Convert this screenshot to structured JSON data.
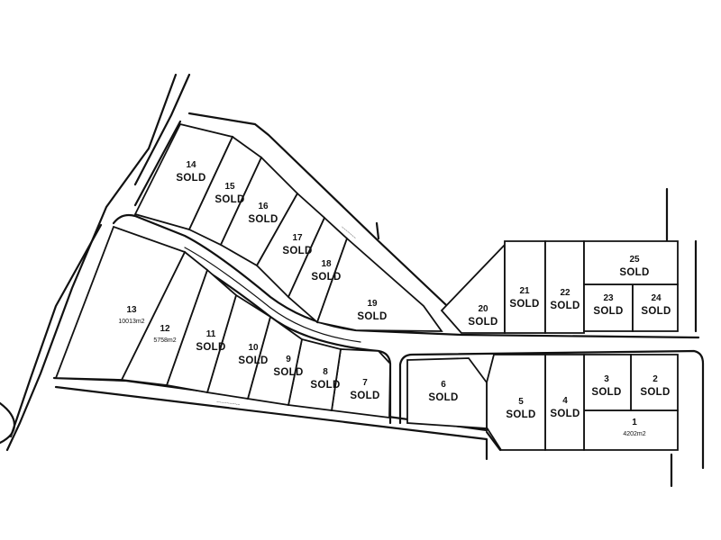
{
  "status_label": "SOLD",
  "lots": [
    {
      "id": "lot-1",
      "number": "1",
      "status": "",
      "area": "4202m2"
    },
    {
      "id": "lot-2",
      "number": "2",
      "status": "SOLD",
      "area": ""
    },
    {
      "id": "lot-3",
      "number": "3",
      "status": "SOLD",
      "area": ""
    },
    {
      "id": "lot-4",
      "number": "4",
      "status": "SOLD",
      "area": ""
    },
    {
      "id": "lot-5",
      "number": "5",
      "status": "SOLD",
      "area": ""
    },
    {
      "id": "lot-6",
      "number": "6",
      "status": "SOLD",
      "area": ""
    },
    {
      "id": "lot-7",
      "number": "7",
      "status": "SOLD",
      "area": ""
    },
    {
      "id": "lot-8",
      "number": "8",
      "status": "SOLD",
      "area": ""
    },
    {
      "id": "lot-9",
      "number": "9",
      "status": "SOLD",
      "area": ""
    },
    {
      "id": "lot-10",
      "number": "10",
      "status": "SOLD",
      "area": ""
    },
    {
      "id": "lot-11",
      "number": "11",
      "status": "SOLD",
      "area": ""
    },
    {
      "id": "lot-12",
      "number": "12",
      "status": "",
      "area": "5758m2"
    },
    {
      "id": "lot-13",
      "number": "13",
      "status": "",
      "area": "10013m2"
    },
    {
      "id": "lot-14",
      "number": "14",
      "status": "SOLD",
      "area": ""
    },
    {
      "id": "lot-15",
      "number": "15",
      "status": "SOLD",
      "area": ""
    },
    {
      "id": "lot-16",
      "number": "16",
      "status": "SOLD",
      "area": ""
    },
    {
      "id": "lot-17",
      "number": "17",
      "status": "SOLD",
      "area": ""
    },
    {
      "id": "lot-18",
      "number": "18",
      "status": "SOLD",
      "area": ""
    },
    {
      "id": "lot-19",
      "number": "19",
      "status": "SOLD",
      "area": ""
    },
    {
      "id": "lot-20",
      "number": "20",
      "status": "SOLD",
      "area": ""
    },
    {
      "id": "lot-21",
      "number": "21",
      "status": "SOLD",
      "area": ""
    },
    {
      "id": "lot-22",
      "number": "22",
      "status": "SOLD",
      "area": ""
    },
    {
      "id": "lot-23",
      "number": "23",
      "status": "SOLD",
      "area": ""
    },
    {
      "id": "lot-24",
      "number": "24",
      "status": "SOLD",
      "area": ""
    },
    {
      "id": "lot-25",
      "number": "25",
      "status": "SOLD",
      "area": ""
    }
  ],
  "colors": {
    "line": "#111111",
    "background": "#ffffff"
  }
}
